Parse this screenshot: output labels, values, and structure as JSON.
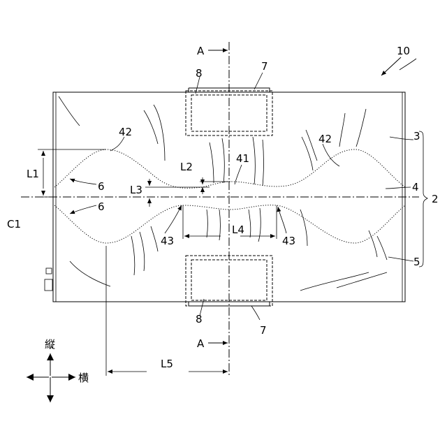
{
  "figure": {
    "labels": {
      "ref_10": "10",
      "ref_7_top": "7",
      "ref_7_bottom": "7",
      "ref_8_top": "8",
      "ref_8_bottom": "8",
      "section_A_top": "A",
      "section_A_bottom": "A",
      "ref_42_left": "42",
      "ref_42_right": "42",
      "ref_41": "41",
      "ref_43_left": "43",
      "ref_43_right": "43",
      "ref_6_upper": "6",
      "ref_6_lower": "6",
      "ref_3": "3",
      "ref_4": "4",
      "ref_5": "5",
      "ref_2": "2",
      "C1": "C1",
      "L1": "L1",
      "L2": "L2",
      "L3": "L3",
      "L4": "L4",
      "L5": "L5",
      "dir_vertical": "縦",
      "dir_horizontal": "横"
    }
  }
}
